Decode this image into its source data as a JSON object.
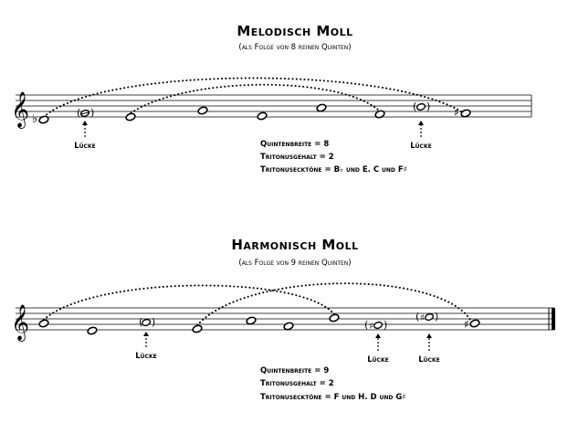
{
  "melodic": {
    "title": "Melodisch Moll",
    "subtitle": "(als Folge von 8 reinen Quinten)",
    "gap_label_1": "Lücke",
    "gap_label_2": "Lücke",
    "info": [
      "Quintenbreite = 8",
      "Tritonusgehalt = 2",
      "Tritonusecktöne = B♭ und E. C und F♯"
    ]
  },
  "harmonic": {
    "title": "Harmonisch Moll",
    "subtitle": "(als Folge von 9 reinen Quinten)",
    "gap_label_1": "Lücke",
    "gap_label_2": "Lücke",
    "gap_label_3": "Lücke",
    "info": [
      "Quintenbreite = 9",
      "Tritonusgehalt = 2",
      "Tritonusecktöne = F und H. D und G♯"
    ]
  },
  "symbols": {
    "treble_clef": "𝄞",
    "flat": "♭",
    "sharp": "♯",
    "gap_parenthesis_open": "(",
    "gap_parenthesis_close": ")"
  }
}
